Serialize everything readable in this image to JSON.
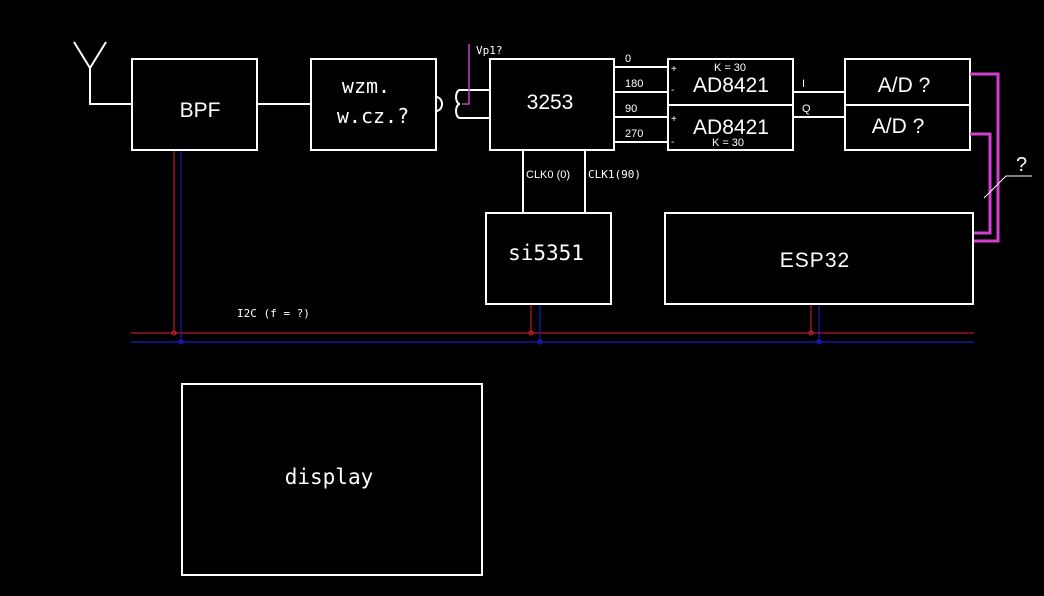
{
  "diagram": {
    "blocks": {
      "bpf": "BPF",
      "amp_line1": "wzm.",
      "amp_line2": "w.cz.?",
      "mixer": "3253",
      "inamp_top": "AD8421",
      "inamp_bottom": "AD8421",
      "adc_top": "A/D ?",
      "adc_bottom": "A/D ?",
      "synth": "si5351",
      "mcu": "ESP32",
      "display": "display"
    },
    "labels": {
      "vp1": "Vp1?",
      "phase_0": "0",
      "phase_180": "180",
      "phase_90": "90",
      "phase_270": "270",
      "gain_top": "K = 30",
      "gain_bottom": "K = 30",
      "plus_top": "+",
      "minus_top": "-",
      "plus_bottom": "+",
      "minus_bottom": "-",
      "i_channel": "I",
      "q_channel": "Q",
      "clk0": "CLK0 (0)",
      "clk1": "CLK1(90)",
      "bus_question": "?",
      "i2c_bus": "I2C (f = ?)"
    },
    "colors": {
      "background": "#000000",
      "wire": "#ffffff",
      "sda": "#e02020",
      "scl": "#2020e0",
      "adc_link": "#d040d0"
    }
  }
}
